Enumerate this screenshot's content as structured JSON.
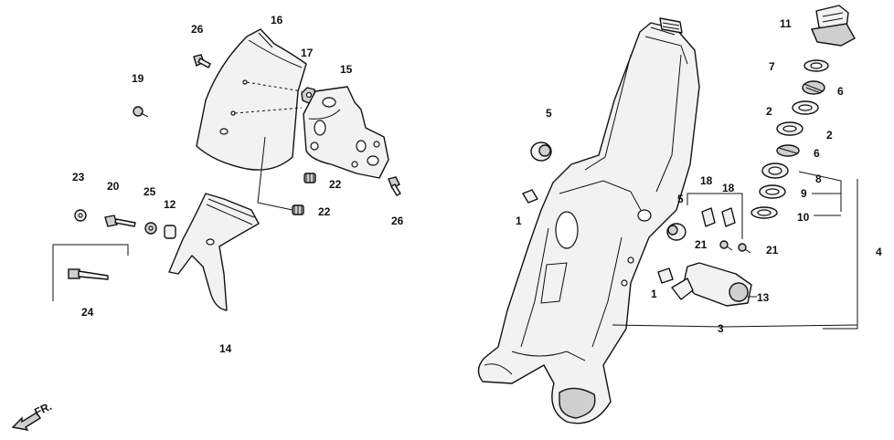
{
  "labels": {
    "l1a": "1",
    "l1b": "1",
    "l2a": "2",
    "l2b": "2",
    "l3": "3",
    "l4": "4",
    "l5a": "5",
    "l5b": "5",
    "l6a": "6",
    "l6b": "6",
    "l7": "7",
    "l8": "8",
    "l9": "9",
    "l10": "10",
    "l11": "11",
    "l12": "12",
    "l13": "13",
    "l14": "14",
    "l15": "15",
    "l16": "16",
    "l17": "17",
    "l18a": "18",
    "l18b": "18",
    "l19": "19",
    "l20": "20",
    "l21a": "21",
    "l21b": "21",
    "l22a": "22",
    "l22b": "22",
    "l23": "23",
    "l24": "24",
    "l25": "25",
    "l26a": "26",
    "l26b": "26"
  },
  "front_arrow": "FR.",
  "icons": [
    "front-direction-arrow-icon"
  ]
}
